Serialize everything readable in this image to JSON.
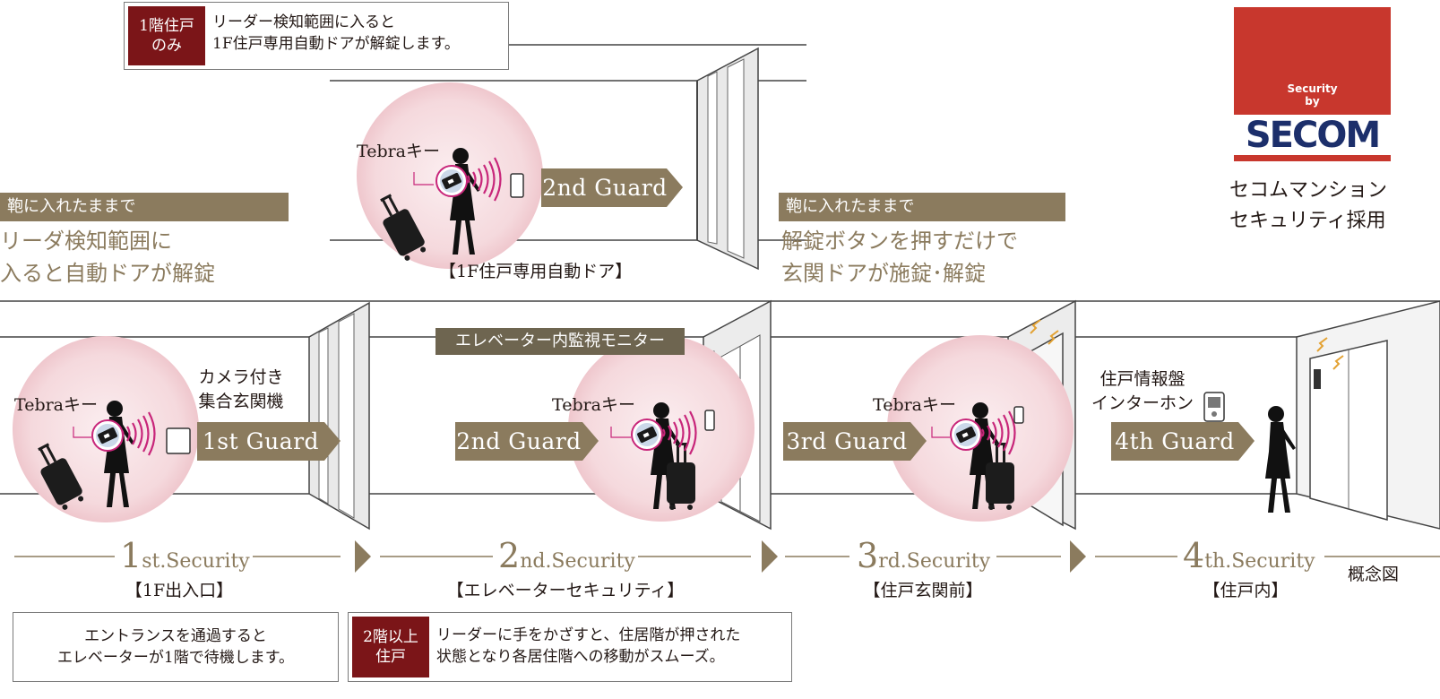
{
  "top_note": {
    "tag": "1階住戸\nのみ",
    "text": "リーダー検知範囲に入ると\n1F住戸専用自動ドアが解錠します。"
  },
  "top_caption": "【1F住戸専用自動ドア】",
  "left_band": {
    "label": "鞄に入れたままで",
    "desc": "リーダ検知範囲に\n入ると自動ドアが解錠"
  },
  "right_band": {
    "label": "鞄に入れたままで",
    "desc": "解錠ボタンを押すだけで\n玄関ドアが施錠･解錠"
  },
  "secom": {
    "badge_line1": "Security",
    "badge_line2": "by",
    "logo": "SECOM",
    "title": "セコムマンション\nセキュリティ採用"
  },
  "tebra_label": "Tebraキー",
  "guards": {
    "top": "2nd Guard",
    "g1": "1st Guard",
    "g2": "2nd Guard",
    "g3": "3rd Guard",
    "g4": "4th Guard"
  },
  "device_labels": {
    "camera": "カメラ付き\n集合玄関機",
    "monitor": "エレベーター内監視モニター",
    "intercom": "住戸情報盤\nインターホン"
  },
  "steps": [
    {
      "num": "1",
      "suffix": "st.Security",
      "caption": "【1F出入口】"
    },
    {
      "num": "2",
      "suffix": "nd.Security",
      "caption": "【エレベーターセキュリティ】"
    },
    {
      "num": "3",
      "suffix": "rd.Security",
      "caption": "【住戸玄関前】"
    },
    {
      "num": "4",
      "suffix": "th.Security",
      "caption": "【住戸内】"
    }
  ],
  "concept_label": "概念図",
  "bottom_note1": "エントランスを通過すると\nエレベーターが1階で待機します。",
  "bottom_note2": {
    "tag": "2階以上\n住戸",
    "text": "リーダーに手をかざすと、住居階が押された\n状態となり各居住階への移動がスムーズ。"
  },
  "colors": {
    "gold": "#8b7b5e",
    "maroon": "#7b1518",
    "secom_red": "#c8372d",
    "secom_blue": "#1c2f6b",
    "pink_wave": "#c8267a"
  }
}
